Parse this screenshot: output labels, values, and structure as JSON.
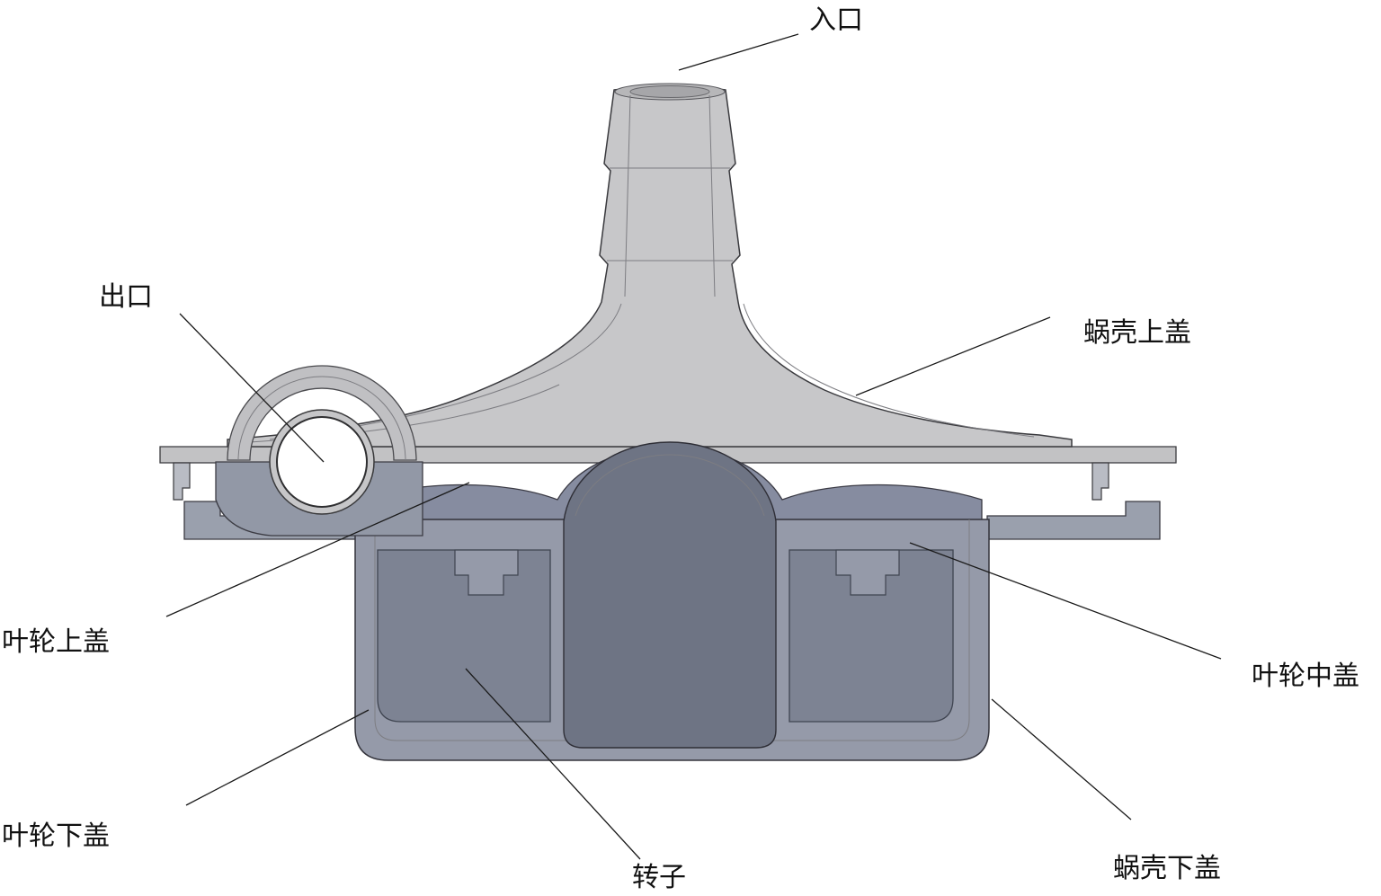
{
  "diagram": {
    "type": "cad-cross-section",
    "subject": "pump-cross-section",
    "background_color": "#ffffff",
    "line_color": "#1a1a1a",
    "body_colors": {
      "volute_upper": "#c7c7c9",
      "flange": "#c2c2c4",
      "shell_lower": "#959aa9",
      "rotor_ring": "#7d8393",
      "rotor_core": "#6e7484",
      "outlet_hole": "#ffffff"
    },
    "labels": {
      "inlet": "入口",
      "outlet": "出口",
      "volute_upper_cover": "蜗壳上盖",
      "impeller_upper_cover": "叶轮上盖",
      "impeller_middle_cover": "叶轮中盖",
      "impeller_lower_cover": "叶轮下盖",
      "rotor": "转子",
      "volute_lower_cover": "蜗壳下盖"
    }
  }
}
